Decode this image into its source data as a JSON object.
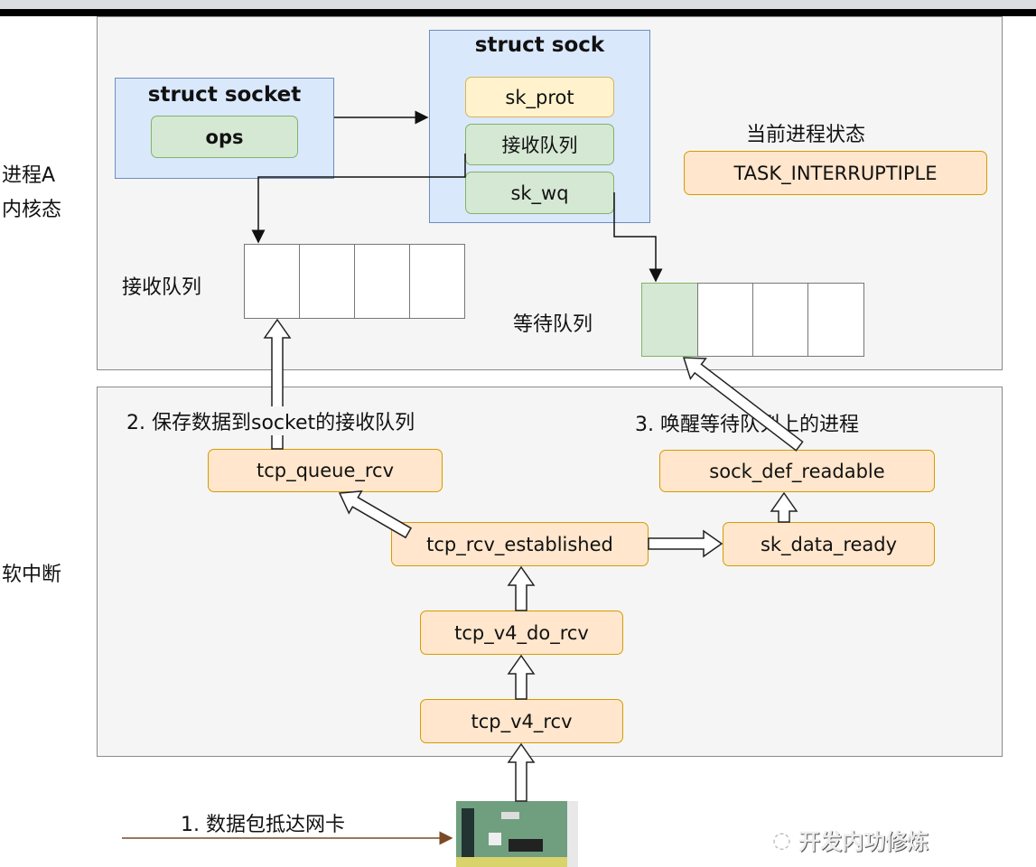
{
  "kernel": {
    "side_label_line1": "进程A",
    "side_label_line2": "内核态",
    "struct_socket": {
      "title": "struct socket",
      "field": "ops"
    },
    "struct_sock": {
      "title": "struct sock",
      "fields": [
        "sk_prot",
        "接收队列",
        "sk_wq"
      ]
    },
    "process_state_label": "当前进程状态",
    "process_state_value": "TASK_INTERRUPTIPLE",
    "receive_queue_label": "接收队列",
    "wait_queue_label": "等待队列"
  },
  "softirq": {
    "side_label": "软中断",
    "step2": "2. 保存数据到socket的接收队列",
    "step3": "3. 唤醒等待队列上的进程",
    "functions": {
      "tcp_queue_rcv": "tcp_queue_rcv",
      "sock_def_readable": "sock_def_readable",
      "tcp_rcv_established": "tcp_rcv_established",
      "sk_data_ready": "sk_data_ready",
      "tcp_v4_do_rcv": "tcp_v4_do_rcv",
      "tcp_v4_rcv": "tcp_v4_rcv"
    }
  },
  "step1": "1. 数据包抵达网卡",
  "watermark": "开发内功修炼",
  "colors": {
    "blue_fill": "#dae8fc",
    "green_fill": "#d5e8d4",
    "orange_fill": "#ffe6cc",
    "cream_fill": "#fff2cc"
  }
}
